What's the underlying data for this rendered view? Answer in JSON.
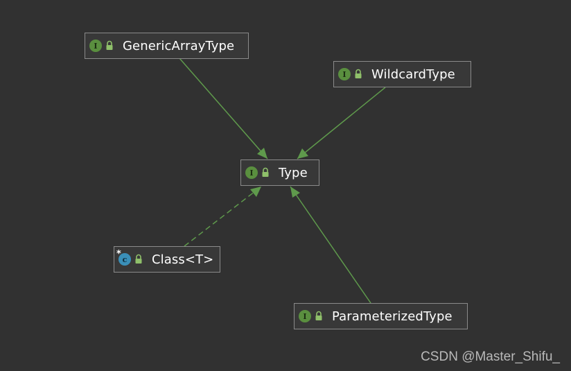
{
  "diagram": {
    "nodes": [
      {
        "id": "generic-array-type",
        "label": "GenericArrayType",
        "kind": "interface",
        "kind_glyph": "I",
        "lock_icon": "lock-icon"
      },
      {
        "id": "wildcard-type",
        "label": "WildcardType",
        "kind": "interface",
        "kind_glyph": "I",
        "lock_icon": "lock-icon"
      },
      {
        "id": "type",
        "label": "Type",
        "kind": "interface",
        "kind_glyph": "I",
        "lock_icon": "lock-icon"
      },
      {
        "id": "class-t",
        "label": "Class<T>",
        "kind": "class",
        "kind_glyph": "c",
        "lock_icon": "lock-icon"
      },
      {
        "id": "parameterized-type",
        "label": "ParameterizedType",
        "kind": "interface",
        "kind_glyph": "I",
        "lock_icon": "lock-icon"
      }
    ],
    "edges": [
      {
        "from": "generic-array-type",
        "to": "type",
        "style": "solid",
        "relation": "extends"
      },
      {
        "from": "wildcard-type",
        "to": "type",
        "style": "solid",
        "relation": "extends"
      },
      {
        "from": "class-t",
        "to": "type",
        "style": "dashed",
        "relation": "implements"
      },
      {
        "from": "parameterized-type",
        "to": "type",
        "style": "solid",
        "relation": "extends"
      }
    ],
    "colors": {
      "background": "#313131",
      "node_fill": "#383838",
      "node_border": "#8b8b8b",
      "edge": "#5f9a4c",
      "interface_icon": "#5a8f3f",
      "class_icon": "#3a8fb8",
      "lock": "#8fc06a",
      "text": "#ffffff"
    }
  },
  "watermark": "CSDN @Master_Shifu_"
}
